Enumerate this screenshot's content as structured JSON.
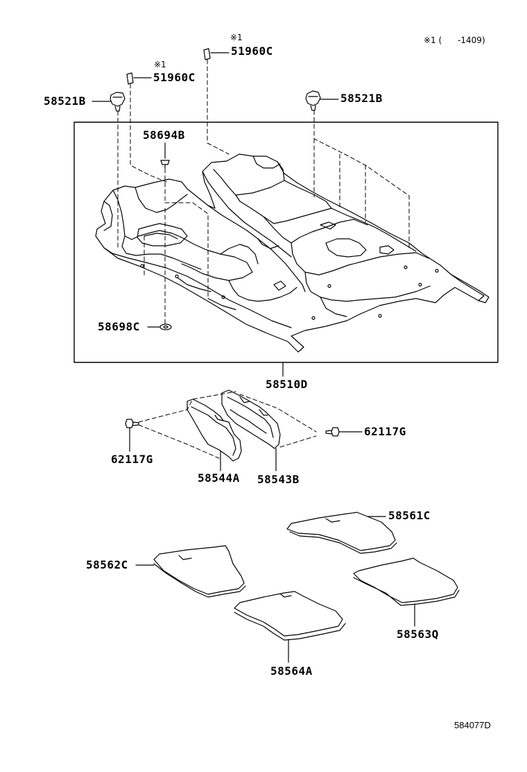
{
  "note": {
    "mark": "※1",
    "range": "※1 (      -1409)"
  },
  "labels": {
    "p51960c_top": "51960C",
    "p51960c_mid": "51960C",
    "p58521b_left": "58521B",
    "p58521b_right": "58521B",
    "p58694b": "58694B",
    "p58698c": "58698C",
    "p58510d": "58510D",
    "p62117g_left": "62117G",
    "p62117g_right": "62117G",
    "p58544a": "58544A",
    "p58543b": "58543B",
    "p58561c": "58561C",
    "p58562c": "58562C",
    "p58563q": "58563Q",
    "p58564a": "58564A"
  },
  "diagram_id": "584077D"
}
